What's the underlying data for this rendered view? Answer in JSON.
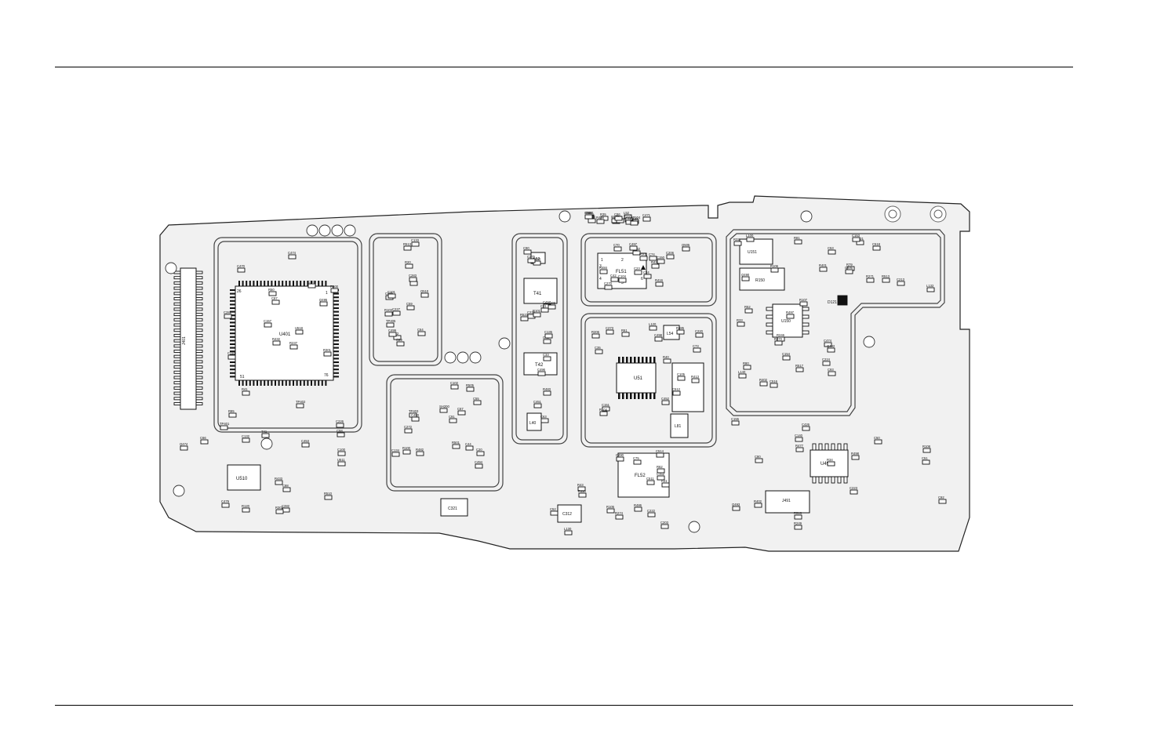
{
  "diagram": {
    "modules": {
      "u401": {
        "label": "U401",
        "pins": [
          "1",
          "26",
          "51",
          "76"
        ]
      },
      "u510": {
        "label": "U510"
      },
      "j401": {
        "label": "J401"
      },
      "u51": {
        "label": "U51"
      },
      "fl51": {
        "label": "FL51",
        "pins": [
          "1",
          "2",
          "3",
          "4",
          "5",
          "6"
        ]
      },
      "fl52": {
        "label": "FL52"
      },
      "t41": {
        "label": "T41"
      },
      "t42": {
        "label": "T42"
      },
      "u150": {
        "label": "U150"
      },
      "u490": {
        "label": "U490"
      },
      "r150": {
        "label": "R150"
      },
      "u151": {
        "label": "U151"
      },
      "l40": {
        "label": "L40"
      },
      "l52": {
        "label": "L52"
      },
      "l54": {
        "label": "L54"
      },
      "l81": {
        "label": "L81"
      },
      "c321": {
        "label": "C321"
      },
      "c312": {
        "label": "C312"
      },
      "j491": {
        "label": "J491"
      },
      "d121": {
        "label": "D121"
      }
    },
    "component_labels": [
      "TP402",
      "TP401",
      "TP405",
      "TP403",
      "C417",
      "R416",
      "R413",
      "R43",
      "R401",
      "R402",
      "R402",
      "R431",
      "R432",
      "R433",
      "C405",
      "R505",
      "R523",
      "Q505",
      "C512",
      "C511",
      "R513",
      "R517",
      "R516",
      "TP504",
      "U518",
      "C453",
      "C455",
      "C450",
      "C451",
      "C452",
      "C452",
      "C514",
      "C518",
      "C516",
      "C426",
      "C412",
      "C474",
      "Q474",
      "Q510",
      "R501",
      "R433",
      "R430",
      "C220",
      "C222",
      "C221",
      "C224",
      "C223",
      "C227",
      "R237",
      "C226",
      "C227",
      "SH200",
      "C225",
      "C206",
      "R206",
      "C203",
      "C213",
      "R246",
      "R249",
      "R276",
      "C281",
      "C282",
      "C283",
      "C272",
      "C275",
      "C270",
      "C273",
      "R274",
      "R271",
      "R272",
      "C51",
      "L52",
      "R41",
      "T41",
      "T42",
      "C44",
      "C45",
      "C42",
      "R40",
      "C52",
      "C53",
      "R52",
      "C50",
      "R51",
      "R50",
      "C58",
      "C59",
      "C55",
      "C90",
      "C70",
      "C73",
      "C75",
      "R79",
      "C93",
      "C92",
      "C94",
      "R85",
      "C66",
      "C64",
      "C67",
      "C63",
      "C74",
      "R61",
      "R62",
      "R81",
      "R80",
      "C80",
      "C86",
      "C87",
      "C88",
      "C89",
      "C91",
      "C33",
      "C34",
      "C35",
      "R31",
      "R32",
      "R33",
      "R34",
      "R35",
      "R301",
      "R302",
      "R20",
      "C20",
      "C21",
      "C23",
      "L120",
      "L130",
      "L132",
      "L140",
      "C140",
      "R121",
      "C131",
      "C132",
      "C133",
      "C134",
      "C135",
      "C150",
      "C151",
      "C152",
      "C153",
      "C154",
      "C155",
      "C156",
      "C157",
      "R120",
      "R103",
      "R100",
      "R101",
      "R102",
      "R104",
      "R105",
      "R106",
      "R107",
      "R108",
      "C115",
      "C110",
      "C100",
      "C101",
      "C102",
      "C103",
      "C104",
      "C105",
      "R110",
      "L100",
      "C474",
      "R477",
      "C471",
      "C470",
      "C479",
      "C499",
      "C494",
      "C496",
      "C497",
      "C498",
      "C490",
      "C495",
      "R497",
      "R498",
      "R499",
      "R500",
      "R510",
      "R513",
      "R482",
      "R483",
      "R484",
      "R485",
      "R486",
      "Q490",
      "Q492",
      "Q493",
      "Q494",
      "Q495",
      "U511"
    ]
  }
}
